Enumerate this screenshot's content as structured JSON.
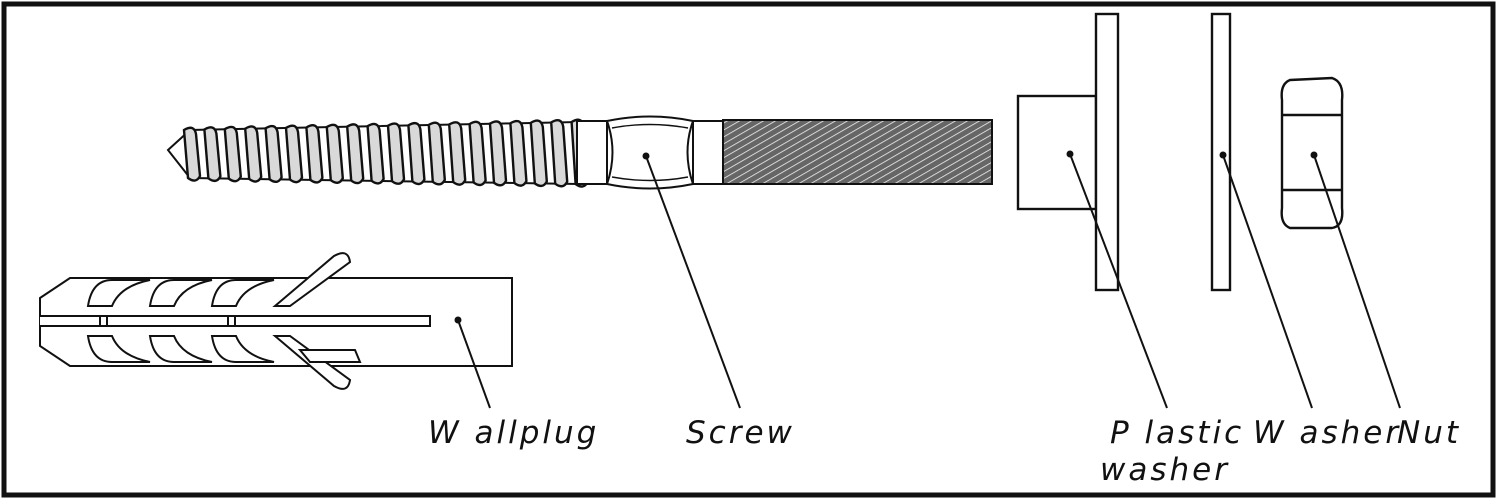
{
  "labels": {
    "wallplug": "W allplug",
    "screw": "Screw",
    "plastic_washer_1": "P lastic",
    "plastic_washer_2": "washer",
    "washer": "W asher",
    "nut": "Nut"
  },
  "colors": {
    "ink": "#111111",
    "background": "#ffffff",
    "fine_thread": "#555555"
  }
}
